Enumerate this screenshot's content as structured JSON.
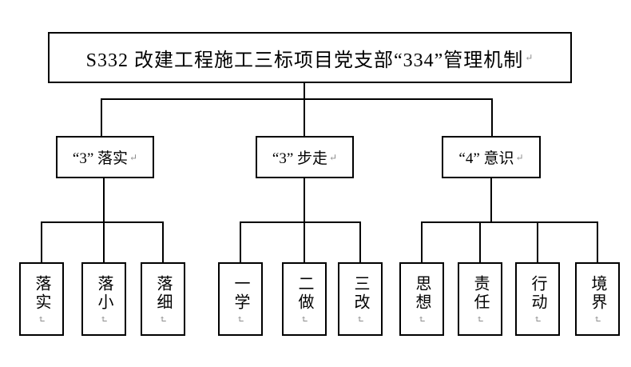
{
  "title": {
    "text": "S332 改建工程施工三标项目党支部“334”管理机制"
  },
  "marks": {
    "line_break_horizontal": "↵",
    "line_break_vertical": "↵"
  },
  "groups": [
    {
      "label": "“3” 落实",
      "children": [
        "落实",
        "落小",
        "落细"
      ]
    },
    {
      "label": "“3” 步走",
      "children": [
        "一学",
        "二做",
        "三改"
      ]
    },
    {
      "label": "“4” 意识",
      "children": [
        "思想",
        "责任",
        "行动",
        "境界"
      ]
    }
  ],
  "colors": {
    "background": "#ffffff",
    "box_border": "#000000",
    "connector_line": "#000000",
    "break_mark": "#8a8a8a"
  }
}
